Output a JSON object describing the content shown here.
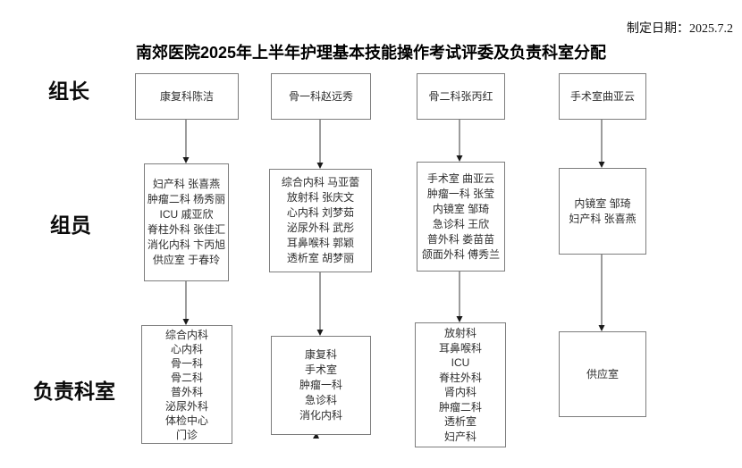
{
  "header": {
    "date_label": "制定日期：",
    "date_value": "2025.7.2",
    "title": "南郊医院2025年上半年护理基本技能操作考试评委及负责科室分配"
  },
  "row_labels": {
    "leaders": "组长",
    "members": "组员",
    "departments": "负责科室"
  },
  "columns": [
    {
      "leader": "康复科陈洁",
      "members": [
        "妇产科 张喜燕",
        "肿瘤二科 杨秀丽",
        "ICU 戚亚欣",
        "脊柱外科 张佳汇",
        "消化内科 卞丙旭",
        "供应室 于春玲"
      ],
      "departments": [
        "综合内科",
        "心内科",
        "骨一科",
        "骨二科",
        "普外科",
        "泌尿外科",
        "体检中心",
        "门诊"
      ]
    },
    {
      "leader": "骨一科赵远秀",
      "members": [
        "综合内科 马亚蕾",
        "放射科 张庆文",
        "心内科 刘梦茹",
        "泌尿外科 武彤",
        "耳鼻喉科 郭颖",
        "透析室 胡梦丽"
      ],
      "departments": [
        "康复科",
        "手术室",
        "肿瘤一科",
        "急诊科",
        "消化内科"
      ]
    },
    {
      "leader": "骨二科张丙红",
      "members": [
        "手术室 曲亚云",
        "肿瘤一科 张莹",
        "内镜室 邹琦",
        "急诊科 王欣",
        "普外科 娄苗苗",
        "颌面外科 傅秀兰"
      ],
      "departments": [
        "放射科",
        "耳鼻喉科",
        "ICU",
        "脊柱外科",
        "肾内科",
        "肿瘤二科",
        "透析室",
        "妇产科"
      ]
    },
    {
      "leader": "手术室曲亚云",
      "members": [
        "内镜室 邹琦",
        "妇产科 张喜燕"
      ],
      "departments": [
        "供应室"
      ]
    }
  ]
}
